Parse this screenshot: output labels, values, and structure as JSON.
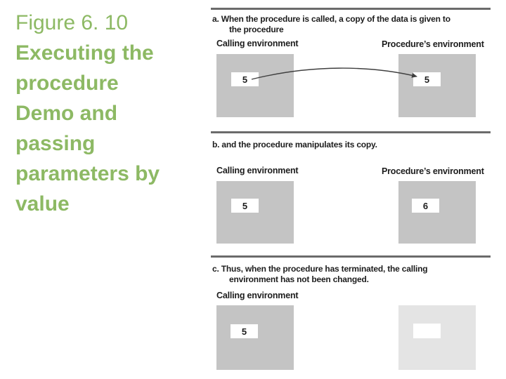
{
  "slide": {
    "figure_label": "Figure 6. 10",
    "title_lines": [
      "Executing the",
      "procedure",
      "Demo and",
      "passing",
      "parameters by",
      "value"
    ]
  },
  "panels": [
    {
      "letter": "a.",
      "caption_line1": "When the procedure is called, a copy of the data is given to",
      "caption_line2": "the procedure",
      "left_label": "Calling environment",
      "right_label": "Procedure’s environment",
      "left_value": "5",
      "right_value": "5"
    },
    {
      "letter": "b.",
      "caption_line1": "and the procedure manipulates its copy.",
      "caption_line2": "",
      "left_label": "Calling environment",
      "right_label": "Procedure’s environment",
      "left_value": "5",
      "right_value": "6"
    },
    {
      "letter": "c.",
      "caption_line1": "Thus, when the procedure has terminated, the calling",
      "caption_line2": "environment has not been changed.",
      "left_label": "Calling environment",
      "right_label": "",
      "left_value": "5",
      "right_value": ""
    }
  ],
  "colors": {
    "accent_green": "#8db964",
    "text": "#1d1d1d",
    "separator": "#6b6b6b",
    "memory_box_gray": "#c4c4c4",
    "memory_box_light_gray": "#e4e4e4",
    "arrow": "#3f3f3f"
  }
}
